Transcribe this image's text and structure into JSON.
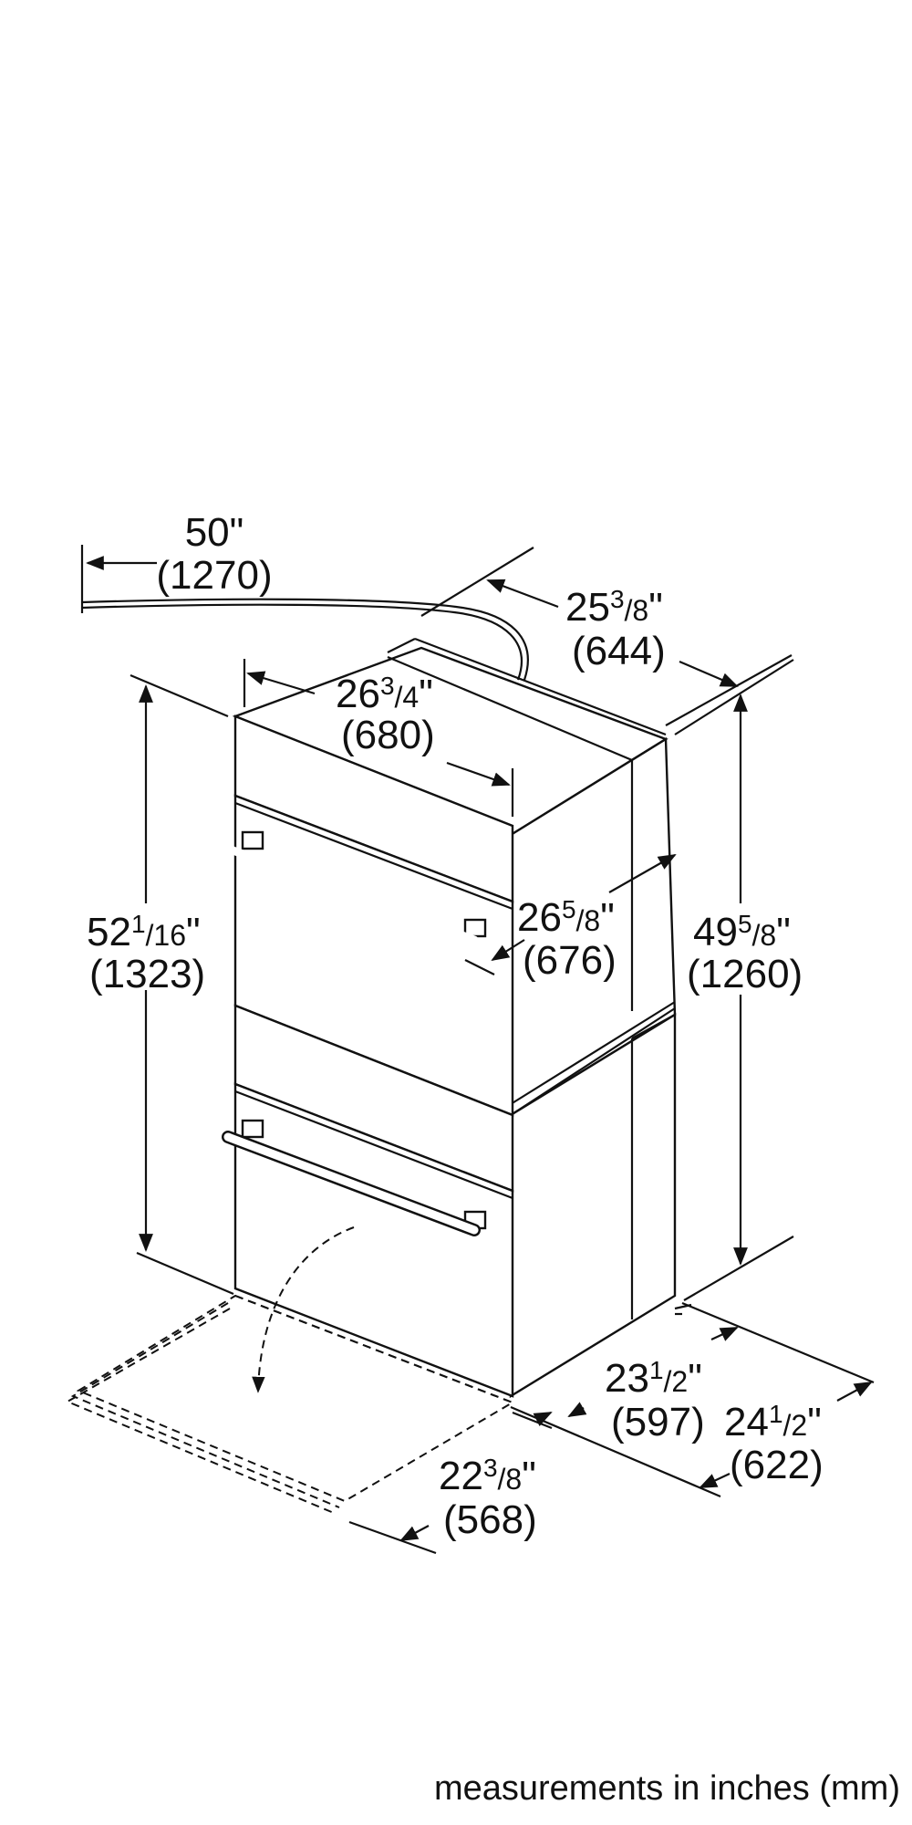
{
  "dimensions": {
    "cord_length": {
      "whole": "50",
      "sup": "",
      "den": "",
      "unit": "\"",
      "mm": "(1270)"
    },
    "depth_top": {
      "whole": "25",
      "sup": "3",
      "den": "8",
      "unit": "\"",
      "mm": "(644)"
    },
    "width_front": {
      "whole": "26",
      "sup": "3",
      "den": "4",
      "unit": "\"",
      "mm": "(680)"
    },
    "height_overall": {
      "whole": "52",
      "sup": "1",
      "den": "16",
      "unit": "\"",
      "mm": "(1323)"
    },
    "side_depth": {
      "whole": "26",
      "sup": "5",
      "den": "8",
      "unit": "\"",
      "mm": "(676)"
    },
    "height_body": {
      "whole": "49",
      "sup": "5",
      "den": "8",
      "unit": "\"",
      "mm": "(1260)"
    },
    "depth_base": {
      "whole": "23",
      "sup": "1",
      "den": "2",
      "unit": "\"",
      "mm": "(597)"
    },
    "depth_overall": {
      "whole": "24",
      "sup": "1",
      "den": "2",
      "unit": "\"",
      "mm": "(622)"
    },
    "door_open": {
      "whole": "22",
      "sup": "3",
      "den": "8",
      "unit": "\"",
      "mm": "(568)"
    }
  },
  "caption": "measurements in inches (mm)"
}
